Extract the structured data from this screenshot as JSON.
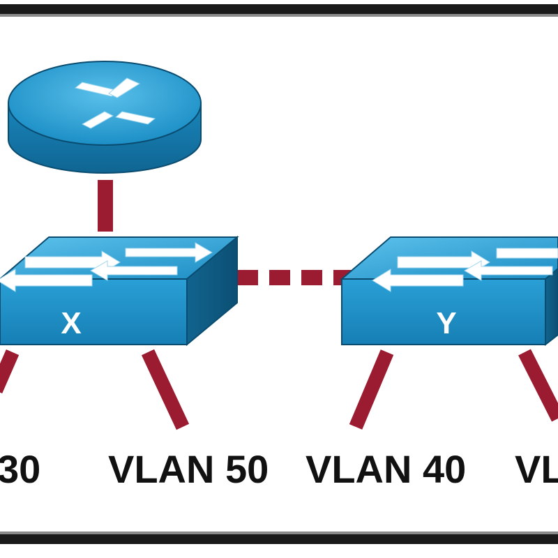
{
  "devices": {
    "router": {
      "icon": "router-icon"
    },
    "switch_x": {
      "label": "X",
      "icon": "switch-icon"
    },
    "switch_y": {
      "label": "Y",
      "icon": "switch-icon"
    }
  },
  "vlan_labels": {
    "left_partial": "30",
    "x_right": "VLAN 50",
    "y_left": "VLAN 40",
    "right_partial": "VL"
  },
  "colors": {
    "device_blue": "#1f95c9",
    "device_dark": "#106f9c",
    "link_red": "#9b1b30",
    "frame": "#1a1a1a"
  }
}
